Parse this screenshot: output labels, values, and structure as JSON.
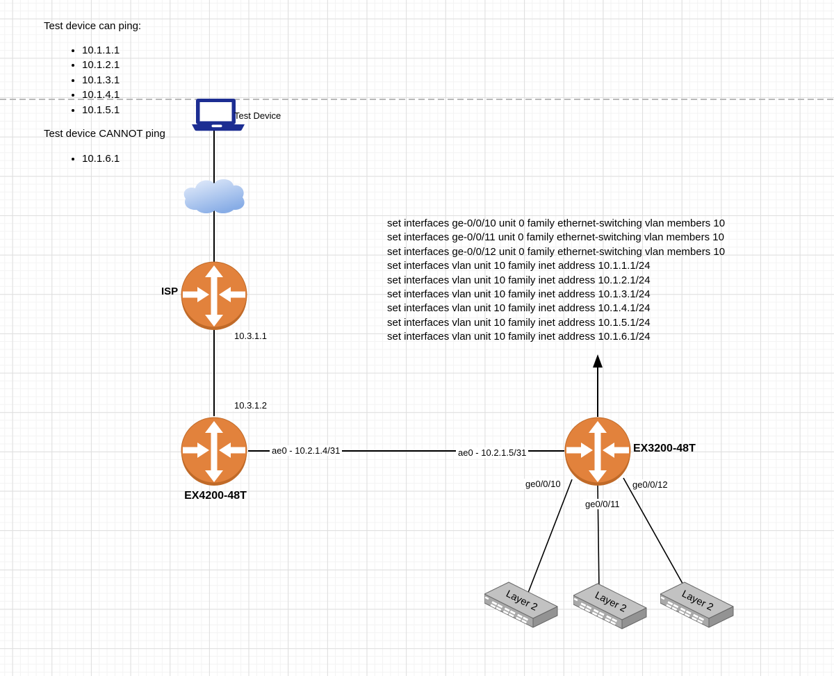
{
  "notes": {
    "can_ping_title": "Test device can ping:",
    "can_ping_items": [
      "10.1.1.1",
      "10.1.2.1",
      "10.1.3.1",
      "10.1.4.1",
      "10.1.5.1"
    ],
    "cannot_ping_title": "Test device CANNOT ping",
    "cannot_ping_items": [
      "10.1.6.1"
    ]
  },
  "config_commands": [
    "set interfaces ge-0/0/10 unit 0 family ethernet-switching vlan members 10",
    "set interfaces ge-0/0/11 unit 0 family ethernet-switching vlan members 10",
    "set interfaces ge-0/0/12 unit 0 family ethernet-switching vlan members 10",
    "set interfaces vlan unit 10 family inet address 10.1.1.1/24",
    "set interfaces vlan unit 10 family inet address 10.1.2.1/24",
    "set interfaces vlan unit 10 family inet address 10.1.3.1/24",
    "set interfaces vlan unit 10 family inet address 10.1.4.1/24",
    "set interfaces vlan unit 10 family inet address 10.1.5.1/24",
    "set interfaces vlan unit 10 family inet address 10.1.6.1/24"
  ],
  "devices": {
    "test_device": {
      "label": "Test Device"
    },
    "isp": {
      "label": "ISP"
    },
    "ex4200": {
      "label": "EX4200-48T"
    },
    "ex3200": {
      "label": "EX3200-48T"
    },
    "switches": [
      {
        "label": "Layer 2"
      },
      {
        "label": "Layer 2"
      },
      {
        "label": "Layer 2"
      }
    ]
  },
  "links": {
    "isp_down_ip": "10.3.1.1",
    "ex4200_up_ip": "10.3.1.2",
    "ae0_left": "ae0 - 10.2.1.4/31",
    "ae0_right": "ae0 - 10.2.1.5/31",
    "ge10": "ge0/0/10",
    "ge11": "ge0/0/11",
    "ge12": "ge0/0/12"
  },
  "colors": {
    "router_fill": "#E2823C",
    "router_shadow": "#C06A28",
    "laptop": "#1C2D92",
    "cloud_light": "#E9F0FC",
    "cloud_dark": "#88ADE6",
    "switch_top": "#C2C2C2",
    "line": "#000000"
  }
}
